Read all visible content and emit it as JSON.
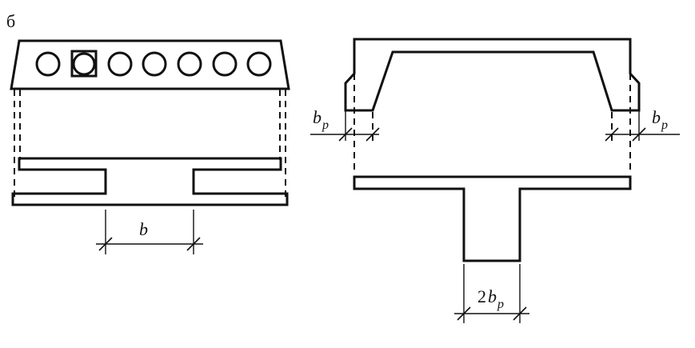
{
  "figure_label": "б",
  "left_dimension": {
    "symbol": "b"
  },
  "rib_dimension_left": {
    "symbol": "b",
    "subscript": "p"
  },
  "rib_dimension_right": {
    "symbol": "b",
    "subscript": "p"
  },
  "web_dimension": {
    "prefix": "2",
    "symbol": "b",
    "subscript": "p"
  }
}
